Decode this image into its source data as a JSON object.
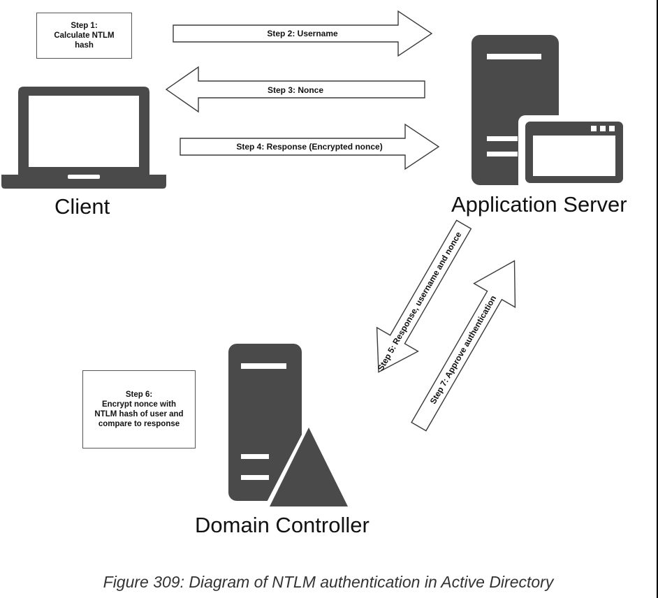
{
  "steps": {
    "step1": "Step 1:\nCalculate NTLM\nhash",
    "step2": "Step 2: Username",
    "step3": "Step 3: Nonce",
    "step4": "Step 4: Response (Encrypted nonce)",
    "step5": "Step 5: Response, username and nonce",
    "step6": "Step 6:\nEncrypt nonce with\nNTLM hash of user and\ncompare to response",
    "step7": "Step 7: Approve authentication"
  },
  "nodes": {
    "client": "Client",
    "app_server": "Application Server",
    "domain_controller": "Domain Controller"
  },
  "caption": "Figure 309: Diagram of NTLM authentication in Active Directory",
  "colors": {
    "icon": "#4a4a4a",
    "border": "#555555",
    "background": "#ffffff"
  }
}
